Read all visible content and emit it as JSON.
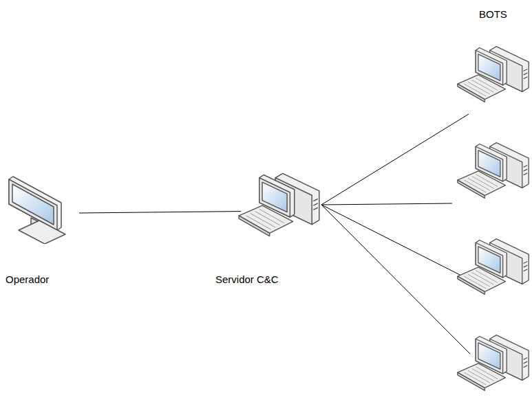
{
  "diagram": {
    "nodes": [
      {
        "text": [
          "Operador"
        ]
      },
      {
        "text": [
          "Servidor C&C"
        ]
      },
      {
        "text": [
          "BOTS"
        ]
      },
      {
        "text": []
      },
      {
        "text": []
      },
      {
        "text": []
      }
    ],
    "edges": [
      {
        "from": 0,
        "to": 1,
        "arrow": "none"
      },
      {
        "from": 1,
        "to": 2,
        "arrow": "none"
      },
      {
        "from": 1,
        "to": 3,
        "arrow": "none"
      },
      {
        "from": 1,
        "to": 4,
        "arrow": "none"
      },
      {
        "from": 1,
        "to": 5,
        "arrow": "none"
      }
    ]
  }
}
